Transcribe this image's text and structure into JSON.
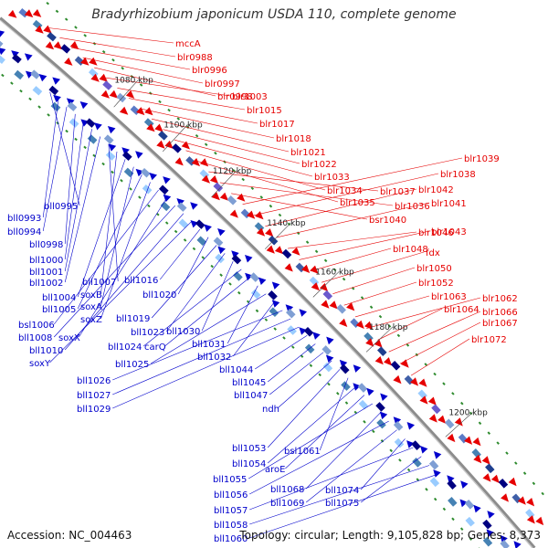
{
  "title": "Bradyrhizobium japonicum USDA 110, complete genome",
  "footer": {
    "accession": "Accession: NC_004463",
    "summary": "Topology: circular; Length: 9,105,828 bp; Genes: 8,373"
  },
  "colors": {
    "forward": "#e60000",
    "reverse": "#0000cc",
    "backbone": "#8c8c8c",
    "intergenic": "#2e8b2e"
  },
  "ruler": [
    "1080 kbp",
    "1100 kbp",
    "1120 kbp",
    "1140 kbp",
    "1160 kbp",
    "1180 kbp",
    "1200 kbp"
  ],
  "reverse_labels": [
    "bll0995",
    "bll0993",
    "bll0994",
    "bll0998",
    "bll1000",
    "bll1001",
    "bll1002",
    "bll1007",
    "soxB",
    "bll1004",
    "soxA",
    "bll1005",
    "soxZ",
    "bsl1006",
    "soxX",
    "bll1008",
    "bll1010",
    "soxY",
    "bll1016",
    "bll1020",
    "bll1019",
    "bll1023",
    "bll1030",
    "bll1024",
    "carQ",
    "bll1031",
    "bll1025",
    "bll1032",
    "bll1026",
    "bll1027",
    "bll1029",
    "bll1044",
    "bll1045",
    "bll1047",
    "ndh",
    "bll1053",
    "bsl1061",
    "bll1054",
    "aroE",
    "bll1055",
    "bll1068",
    "bll1056",
    "bll1069",
    "bll1074",
    "bll1057",
    "bll1075",
    "bll1058",
    "bll1060"
  ],
  "forward_labels": [
    "mccA",
    "blr0988",
    "blr0996",
    "blr0997",
    "blr0998",
    "blr1003",
    "blr1015",
    "blr1017",
    "blr1018",
    "blr1021",
    "blr1022",
    "blr1033",
    "blr1034",
    "blr1035",
    "blr1037",
    "blr1036",
    "bsr1040",
    "blr1039",
    "blr1038",
    "blr1042",
    "blr1041",
    "blr1046",
    "blr1043",
    "blr1048",
    "fdx",
    "blr1050",
    "blr1052",
    "blr1063",
    "blr1062",
    "blr1064",
    "blr1066",
    "blr1067",
    "blr1072"
  ]
}
